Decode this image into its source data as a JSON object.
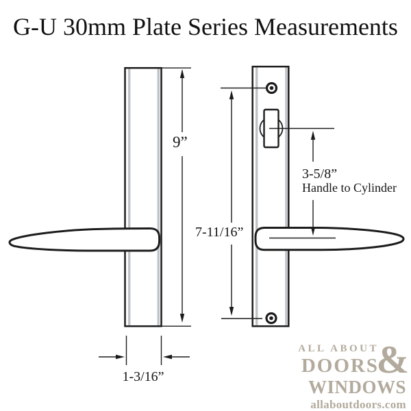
{
  "title": "G-U 30mm Plate Series Measurements",
  "diagram": {
    "left_plate": {
      "height_label": "9”",
      "width_label": "1-3/16”"
    },
    "right_plate": {
      "screw_spacing_label": "7-11/16”",
      "handle_to_cylinder_value": "3-5/8”",
      "handle_to_cylinder_caption": "Handle to Cylinder"
    }
  },
  "logo": {
    "line1": "ALL ABOUT",
    "ampersand": "&",
    "line2": "DOORS",
    "line3": "WINDOWS",
    "website": "allaboutdoors.com"
  },
  "colors": {
    "logo": "#b2aa9c",
    "plate_stripe": "#bfc3c6",
    "line": "#1c1c1c"
  }
}
